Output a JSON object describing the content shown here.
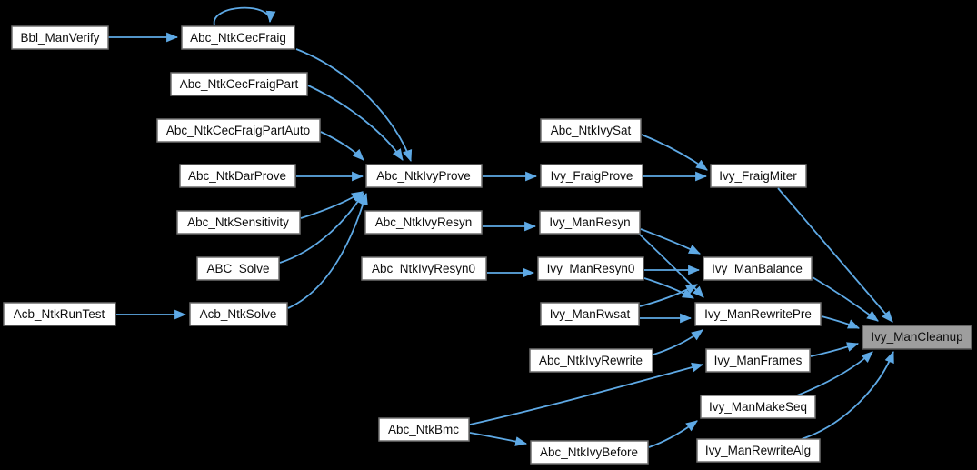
{
  "graph": {
    "type": "call-graph",
    "background": "#000000",
    "colors": {
      "edge": "#5ea9e5",
      "node_fill": "#ffffff",
      "node_border": "#6e6e6e",
      "highlight_fill": "#9e9e9e",
      "highlight_border": "#525252",
      "text": "#0d0d0d"
    },
    "highlighted_node": "Ivy_ManCleanup",
    "nodes": {
      "Bbl_ManVerify": {
        "label": "Bbl_ManVerify"
      },
      "Abc_NtkCecFraig": {
        "label": "Abc_NtkCecFraig"
      },
      "Abc_NtkCecFraigPart": {
        "label": "Abc_NtkCecFraigPart"
      },
      "Abc_NtkCecFraigPartAuto": {
        "label": "Abc_NtkCecFraigPartAuto"
      },
      "Abc_NtkDarProve": {
        "label": "Abc_NtkDarProve"
      },
      "Abc_NtkSensitivity": {
        "label": "Abc_NtkSensitivity"
      },
      "ABC_Solve": {
        "label": "ABC_Solve"
      },
      "Acb_NtkRunTest": {
        "label": "Acb_NtkRunTest"
      },
      "Acb_NtkSolve": {
        "label": "Acb_NtkSolve"
      },
      "Abc_NtkIvyProve": {
        "label": "Abc_NtkIvyProve"
      },
      "Abc_NtkIvySat": {
        "label": "Abc_NtkIvySat"
      },
      "Ivy_FraigProve": {
        "label": "Ivy_FraigProve"
      },
      "Abc_NtkIvyResyn": {
        "label": "Abc_NtkIvyResyn"
      },
      "Ivy_ManResyn": {
        "label": "Ivy_ManResyn"
      },
      "Abc_NtkIvyResyn0": {
        "label": "Abc_NtkIvyResyn0"
      },
      "Ivy_ManResyn0": {
        "label": "Ivy_ManResyn0"
      },
      "Ivy_FraigMiter": {
        "label": "Ivy_FraigMiter"
      },
      "Ivy_ManBalance": {
        "label": "Ivy_ManBalance"
      },
      "Ivy_ManRwsat": {
        "label": "Ivy_ManRwsat"
      },
      "Ivy_ManRewritePre": {
        "label": "Ivy_ManRewritePre"
      },
      "Abc_NtkIvyRewrite": {
        "label": "Abc_NtkIvyRewrite"
      },
      "Ivy_ManFrames": {
        "label": "Ivy_ManFrames"
      },
      "Ivy_ManMakeSeq": {
        "label": "Ivy_ManMakeSeq"
      },
      "Abc_NtkBmc": {
        "label": "Abc_NtkBmc"
      },
      "Abc_NtkIvyBefore": {
        "label": "Abc_NtkIvyBefore"
      },
      "Ivy_ManRewriteAlg": {
        "label": "Ivy_ManRewriteAlg"
      },
      "Ivy_ManCleanup": {
        "label": "Ivy_ManCleanup"
      }
    },
    "edges": [
      {
        "from": "Bbl_ManVerify",
        "to": "Abc_NtkCecFraig"
      },
      {
        "from": "Abc_NtkCecFraig",
        "to": "Abc_NtkCecFraig"
      },
      {
        "from": "Abc_NtkCecFraig",
        "to": "Abc_NtkIvyProve"
      },
      {
        "from": "Abc_NtkCecFraigPart",
        "to": "Abc_NtkIvyProve"
      },
      {
        "from": "Abc_NtkCecFraigPartAuto",
        "to": "Abc_NtkIvyProve"
      },
      {
        "from": "Abc_NtkDarProve",
        "to": "Abc_NtkIvyProve"
      },
      {
        "from": "Abc_NtkSensitivity",
        "to": "Abc_NtkIvyProve"
      },
      {
        "from": "ABC_Solve",
        "to": "Abc_NtkIvyProve"
      },
      {
        "from": "Acb_NtkRunTest",
        "to": "Acb_NtkSolve"
      },
      {
        "from": "Acb_NtkSolve",
        "to": "Abc_NtkIvyProve"
      },
      {
        "from": "Abc_NtkIvyProve",
        "to": "Ivy_FraigProve"
      },
      {
        "from": "Abc_NtkIvySat",
        "to": "Ivy_FraigMiter"
      },
      {
        "from": "Ivy_FraigProve",
        "to": "Ivy_FraigMiter"
      },
      {
        "from": "Ivy_FraigMiter",
        "to": "Ivy_ManCleanup"
      },
      {
        "from": "Abc_NtkIvyResyn",
        "to": "Ivy_ManResyn"
      },
      {
        "from": "Ivy_ManResyn",
        "to": "Ivy_ManBalance"
      },
      {
        "from": "Ivy_ManResyn",
        "to": "Ivy_ManRewritePre"
      },
      {
        "from": "Abc_NtkIvyResyn0",
        "to": "Ivy_ManResyn0"
      },
      {
        "from": "Ivy_ManResyn0",
        "to": "Ivy_ManBalance"
      },
      {
        "from": "Ivy_ManResyn0",
        "to": "Ivy_ManRewritePre"
      },
      {
        "from": "Ivy_ManRwsat",
        "to": "Ivy_ManBalance"
      },
      {
        "from": "Ivy_ManRwsat",
        "to": "Ivy_ManRewritePre"
      },
      {
        "from": "Abc_NtkIvyRewrite",
        "to": "Ivy_ManRewritePre"
      },
      {
        "from": "Ivy_ManBalance",
        "to": "Ivy_ManCleanup"
      },
      {
        "from": "Ivy_ManRewritePre",
        "to": "Ivy_ManCleanup"
      },
      {
        "from": "Abc_NtkBmc",
        "to": "Ivy_ManFrames"
      },
      {
        "from": "Abc_NtkBmc",
        "to": "Abc_NtkIvyBefore"
      },
      {
        "from": "Abc_NtkIvyBefore",
        "to": "Ivy_ManMakeSeq"
      },
      {
        "from": "Ivy_ManFrames",
        "to": "Ivy_ManCleanup"
      },
      {
        "from": "Ivy_ManMakeSeq",
        "to": "Ivy_ManCleanup"
      },
      {
        "from": "Ivy_ManRewriteAlg",
        "to": "Ivy_ManCleanup"
      }
    ]
  }
}
